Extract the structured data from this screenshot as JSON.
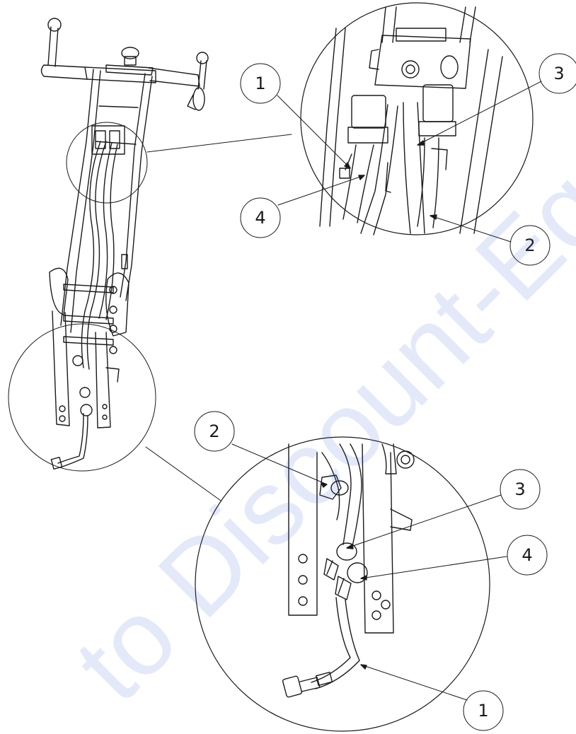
{
  "diagram": {
    "callouts": {
      "top_1": "1",
      "top_2": "2",
      "top_3": "3",
      "top_4": "4",
      "bottom_1": "1",
      "bottom_2": "2",
      "bottom_3": "3",
      "bottom_4": "4"
    },
    "watermark": "to Discount-Equipment",
    "colors": {
      "line": "#1a1a1a",
      "watermark": "#2f5bd8"
    }
  }
}
